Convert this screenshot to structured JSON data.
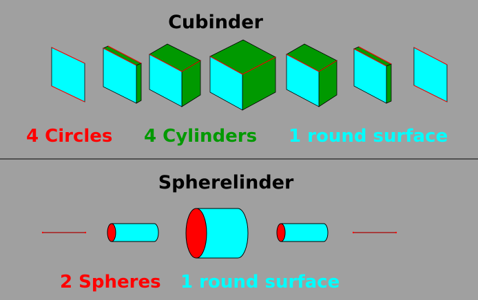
{
  "top": {
    "title": "Cubinder",
    "labels": [
      "4 Circles",
      "4 Cylinders",
      "1 round surface"
    ]
  },
  "bottom": {
    "title": "Spherelinder",
    "labels": [
      "2 Spheres",
      "1 round surface"
    ]
  },
  "colors": {
    "background": "#a0a0a0",
    "face": "#00ffff",
    "side": "#009900",
    "edge": "#ff0000",
    "circles_text": "#ff0000",
    "cylinders_text": "#009900",
    "surface_text": "#00ffff",
    "title_text": "#000000",
    "divider": "#000000"
  }
}
